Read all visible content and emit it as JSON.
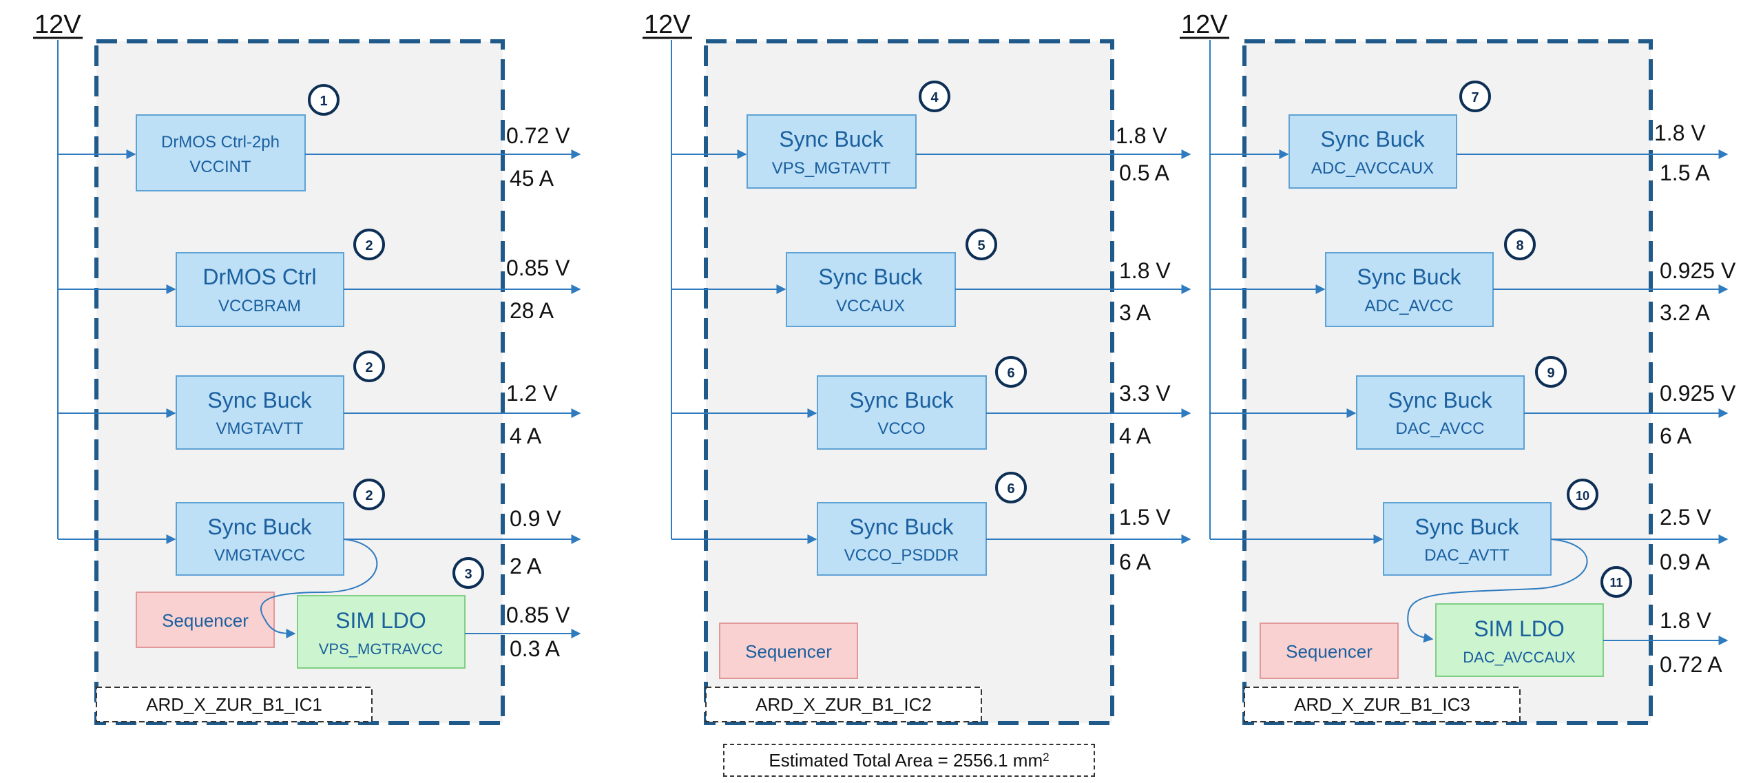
{
  "panels": [
    {
      "supply": "12V",
      "name": "ARD_X_ZUR_B1_IC1",
      "sequencer": "Sequencer",
      "regulators": [
        {
          "badge": "1",
          "title": "DrMOS Ctrl-2ph",
          "rail": "VCCINT",
          "voltage": "0.72 V",
          "current": "45 A"
        },
        {
          "badge": "2",
          "title": "DrMOS Ctrl",
          "rail": "VCCBRAM",
          "voltage": "0.85 V",
          "current": "28 A"
        },
        {
          "badge": "2",
          "title": "Sync Buck",
          "rail": "VMGTAVTT",
          "voltage": "1.2 V",
          "current": "4 A"
        },
        {
          "badge": "2",
          "title": "Sync Buck",
          "rail": "VMGTAVCC",
          "voltage": "0.9 V",
          "current": "2 A"
        },
        {
          "badge": "3",
          "title": "SIM LDO",
          "rail": "VPS_MGTRAVCC",
          "voltage": "0.85 V",
          "current": "0.3 A"
        }
      ]
    },
    {
      "supply": "12V",
      "name": "ARD_X_ZUR_B1_IC2",
      "sequencer": "Sequencer",
      "regulators": [
        {
          "badge": "4",
          "title": "Sync Buck",
          "rail": "VPS_MGTAVTT",
          "voltage": "1.8 V",
          "current": "0.5 A"
        },
        {
          "badge": "5",
          "title": "Sync Buck",
          "rail": "VCCAUX",
          "voltage": "1.8 V",
          "current": "3 A"
        },
        {
          "badge": "6",
          "title": "Sync Buck",
          "rail": "VCCO",
          "voltage": "3.3 V",
          "current": "4 A"
        },
        {
          "badge": "6",
          "title": "Sync Buck",
          "rail": "VCCO_PSDDR",
          "voltage": "1.5 V",
          "current": "6 A"
        }
      ]
    },
    {
      "supply": "12V",
      "name": "ARD_X_ZUR_B1_IC3",
      "sequencer": "Sequencer",
      "regulators": [
        {
          "badge": "7",
          "title": "Sync Buck",
          "rail": "ADC_AVCCAUX",
          "voltage": "1.8 V",
          "current": "1.5 A"
        },
        {
          "badge": "8",
          "title": "Sync Buck",
          "rail": "ADC_AVCC",
          "voltage": "0.925 V",
          "current": "3.2 A"
        },
        {
          "badge": "9",
          "title": "Sync Buck",
          "rail": "DAC_AVCC",
          "voltage": "0.925 V",
          "current": "6 A"
        },
        {
          "badge": "10",
          "title": "Sync Buck",
          "rail": "DAC_AVTT",
          "voltage": "2.5 V",
          "current": "0.9 A"
        },
        {
          "badge": "11",
          "title": "SIM LDO",
          "rail": "DAC_AVCCAUX",
          "voltage": "1.8 V",
          "current": "0.72 A"
        }
      ]
    }
  ],
  "footer": {
    "label": "Estimated Total Area = 2556.1 mm",
    "superscript": "2"
  },
  "colors": {
    "frame": "#1f5a8a",
    "wire": "#2e7bbf",
    "buck_fill": "#bde0f7",
    "buck_stroke": "#5fa2d4",
    "ldo_fill": "#ccf5cf",
    "ldo_stroke": "#7fcf86",
    "sequencer_fill": "#f9d1d1",
    "sequencer_stroke": "#e29898",
    "panel_fill": "#f2f2f2",
    "badge_stroke": "#0e2f55"
  }
}
